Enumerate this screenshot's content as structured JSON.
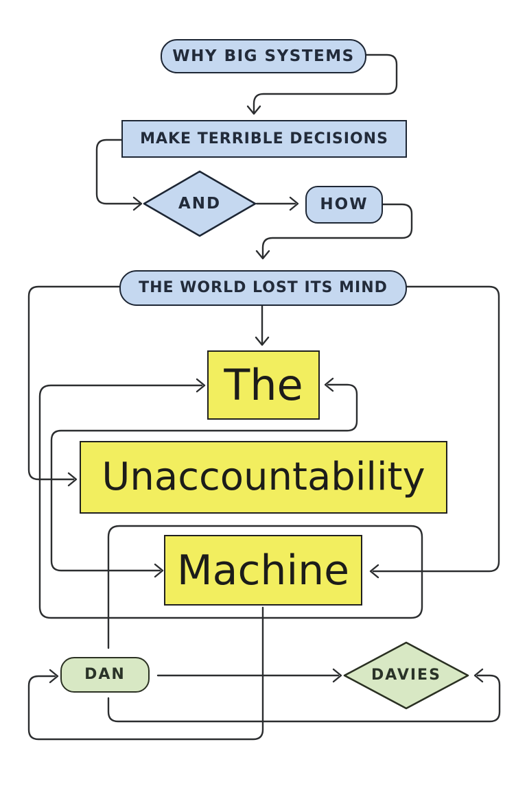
{
  "cover": {
    "nodes": {
      "why": {
        "label": "WHY BIG SYSTEMS",
        "shape": "rounded-rect",
        "fill": "#c5d8f0"
      },
      "make": {
        "label": "MAKE TERRIBLE DECISIONS",
        "shape": "rect",
        "fill": "#c5d8f0"
      },
      "and": {
        "label": "AND",
        "shape": "diamond",
        "fill": "#c5d8f0"
      },
      "how": {
        "label": "HOW",
        "shape": "rounded-rect",
        "fill": "#c5d8f0"
      },
      "world": {
        "label": "THE WORLD LOST ITS MIND",
        "shape": "rounded-rect",
        "fill": "#c5d8f0"
      },
      "the": {
        "label": "The",
        "shape": "rect",
        "fill": "#f2ee5f"
      },
      "unaccountability": {
        "label": "Unaccountability",
        "shape": "rect",
        "fill": "#f2ee5f"
      },
      "machine": {
        "label": "Machine",
        "shape": "rect",
        "fill": "#f2ee5f"
      },
      "dan": {
        "label": "DAN",
        "shape": "rounded-rect",
        "fill": "#d8e8c4"
      },
      "davies": {
        "label": "DAVIES",
        "shape": "diamond",
        "fill": "#d8e8c4"
      }
    },
    "colors": {
      "background": "#ffffff",
      "blue_fill": "#c5d8f0",
      "blue_border": "#1d2634",
      "blue_text": "#222b3a",
      "yellow_fill": "#f2ee5f",
      "yellow_border": "#1f1f1f",
      "yellow_text": "#1c1c1a",
      "green_fill": "#d8e8c4",
      "green_border": "#2a3022",
      "green_text": "#2a3328",
      "connector_stroke": "#2b2d2f"
    }
  }
}
